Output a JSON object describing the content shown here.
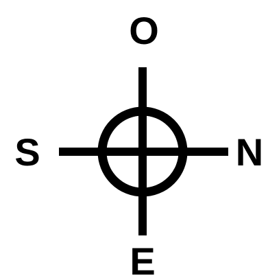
{
  "compass": {
    "top_label": "O",
    "left_label": "S",
    "right_label": "N",
    "bottom_label": "E",
    "ink_color": "#000000",
    "background_color": "#ffffff"
  }
}
